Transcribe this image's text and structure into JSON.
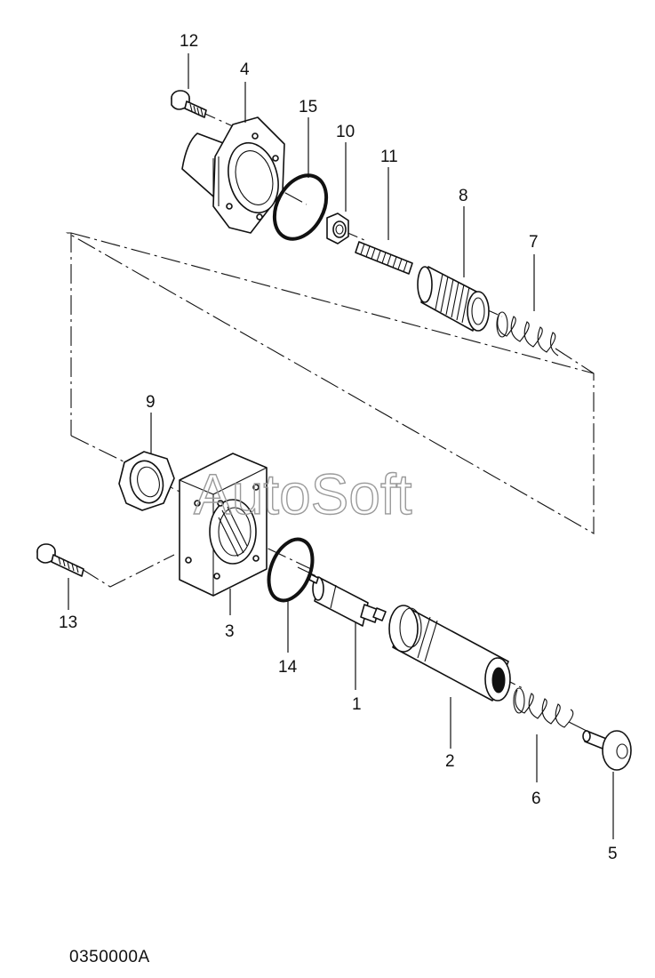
{
  "labels": {
    "p1": "1",
    "p2": "2",
    "p3": "3",
    "p4": "4",
    "p5": "5",
    "p6": "6",
    "p7": "7",
    "p8": "8",
    "p9": "9",
    "p10": "10",
    "p11": "11",
    "p12": "12",
    "p13": "13",
    "p14": "14",
    "p15": "15"
  },
  "drawing_code": "0350000A",
  "watermark": "AutoSoft"
}
